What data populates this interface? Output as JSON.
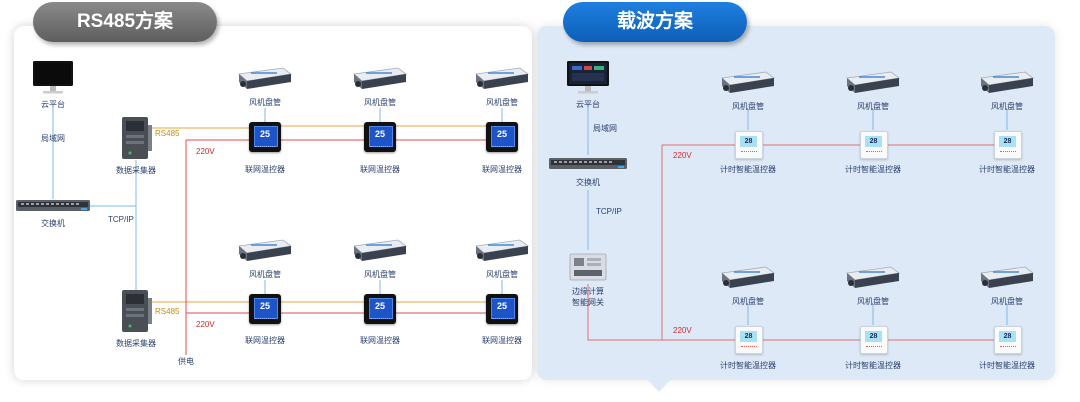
{
  "tabs": {
    "rs485": "RS485方案",
    "carrier": "载波方案"
  },
  "rs485": {
    "cloud": "云平台",
    "lan": "局域网",
    "switch": "交换机",
    "tcpip": "TCP/IP",
    "collector": "数据采集器",
    "rs485_label": "RS485",
    "voltage": "220V",
    "power": "供电",
    "fan_label": "风机盘管",
    "controller_label": "联网温控器",
    "display_temp": "25"
  },
  "carrier": {
    "cloud": "云平台",
    "lan": "局域网",
    "switch": "交换机",
    "tcpip": "TCP/IP",
    "gateway_line1": "边缘计算",
    "gateway_line2": "智能网关",
    "voltage": "220V",
    "fan_label": "风机盘管",
    "controller_label": "计时智能温控器",
    "display_temp": "28"
  },
  "colors": {
    "rs485_line": "#e3a640",
    "power_line": "#e84a4a",
    "network_line": "#7fb8ec",
    "carrier_line": "#e07070"
  }
}
